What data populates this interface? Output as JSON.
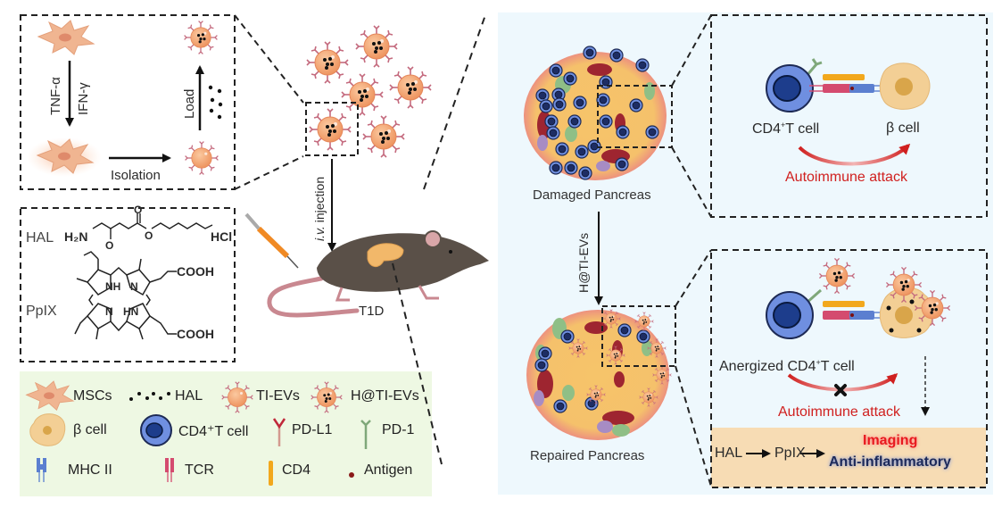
{
  "panel_prep": {
    "stimuli_line1": "TNF-α",
    "stimuli_line2": "IFN-γ",
    "isolation_label": "Isolation",
    "load_label": "Load"
  },
  "panel_chem": {
    "hal_label": "HAL",
    "hal_amine": "H₂N",
    "hal_salt": "HCl",
    "ppix_label": "PpIX",
    "nh1": "NH",
    "n1": "N",
    "n2": "N",
    "hn2": "HN",
    "cooh1": "COOH",
    "cooh2": "COOH",
    "o1": "O",
    "o2": "O",
    "o3": "O"
  },
  "center": {
    "injection_label": "i.v. injection",
    "mouse_label": "T1D"
  },
  "pancreas": {
    "damaged_label": "Damaged Pancreas",
    "treatment_label": "H@TI-EVs",
    "repaired_label": "Repaired Pancreas"
  },
  "zoom_top": {
    "t_cell_label": "CD4",
    "t_cell_sup": "+",
    "t_cell_suffix": "T cell",
    "beta_label": "β cell",
    "attack_label": "Autoimmune attack"
  },
  "zoom_bottom": {
    "t_cell_label": "Anergized CD4",
    "t_cell_sup": "+",
    "t_cell_suffix": "T cell",
    "attack_label": "Autoimmune attack",
    "pathway_step1": "HAL",
    "pathway_step2": "PpIX",
    "outcome1": "Imaging",
    "outcome2": "Anti-inflammatory"
  },
  "legend": {
    "items": [
      {
        "icon": "msc-icon",
        "label": "MSCs"
      },
      {
        "icon": "hal-dots-icon",
        "label": "HAL"
      },
      {
        "icon": "ti-ev-icon",
        "label": "TI-EVs"
      },
      {
        "icon": "h-ti-ev-icon",
        "label": "H@TI-EVs"
      },
      {
        "icon": "beta-cell-icon",
        "label": "β cell"
      },
      {
        "icon": "cd4-t-cell-icon",
        "label": "CD4⁺T cell"
      },
      {
        "icon": "pd-l1-icon",
        "label": "PD-L1"
      },
      {
        "icon": "pd-1-icon",
        "label": "PD-1"
      },
      {
        "icon": "mhc-ii-icon",
        "label": "MHC II"
      },
      {
        "icon": "tcr-icon",
        "label": "TCR"
      },
      {
        "icon": "cd4-icon",
        "label": "CD4"
      },
      {
        "icon": "antigen-icon",
        "label": "Antigen"
      }
    ]
  },
  "colors": {
    "right_panel_bg": "#eef8fd",
    "legend_bg": "#eef8e3",
    "pathway_bg": "#f7dcb4",
    "attack_red": "#d0201f",
    "ev_orange": "#f0a070",
    "t_cell_blue": "#6f8fe0",
    "beta_cell": "#f3cf95"
  }
}
